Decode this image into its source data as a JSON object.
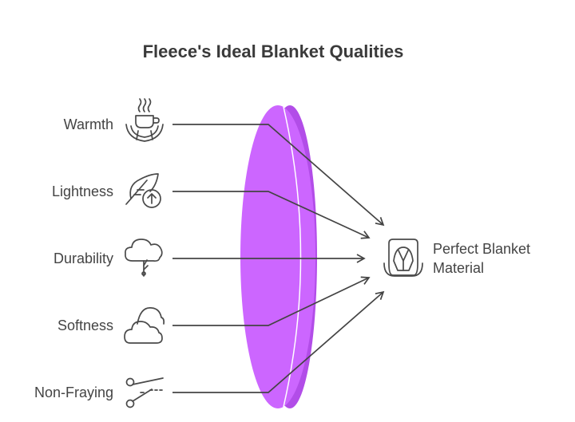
{
  "title": "Fleece's Ideal Blanket Qualities",
  "inputs": [
    {
      "label": "Warmth",
      "icon": "coffee-cup-icon"
    },
    {
      "label": "Lightness",
      "icon": "feather-up-icon"
    },
    {
      "label": "Durability",
      "icon": "tree-icon"
    },
    {
      "label": "Softness",
      "icon": "cloud-icon"
    },
    {
      "label": "Non-Fraying",
      "icon": "scissors-icon"
    }
  ],
  "output": {
    "line1": "Perfect Blanket",
    "line2": "Material",
    "icon": "car-seat-icon"
  },
  "colors": {
    "lens": "#cc66ff",
    "lens_edge": "#b24de8",
    "text": "#444444"
  }
}
